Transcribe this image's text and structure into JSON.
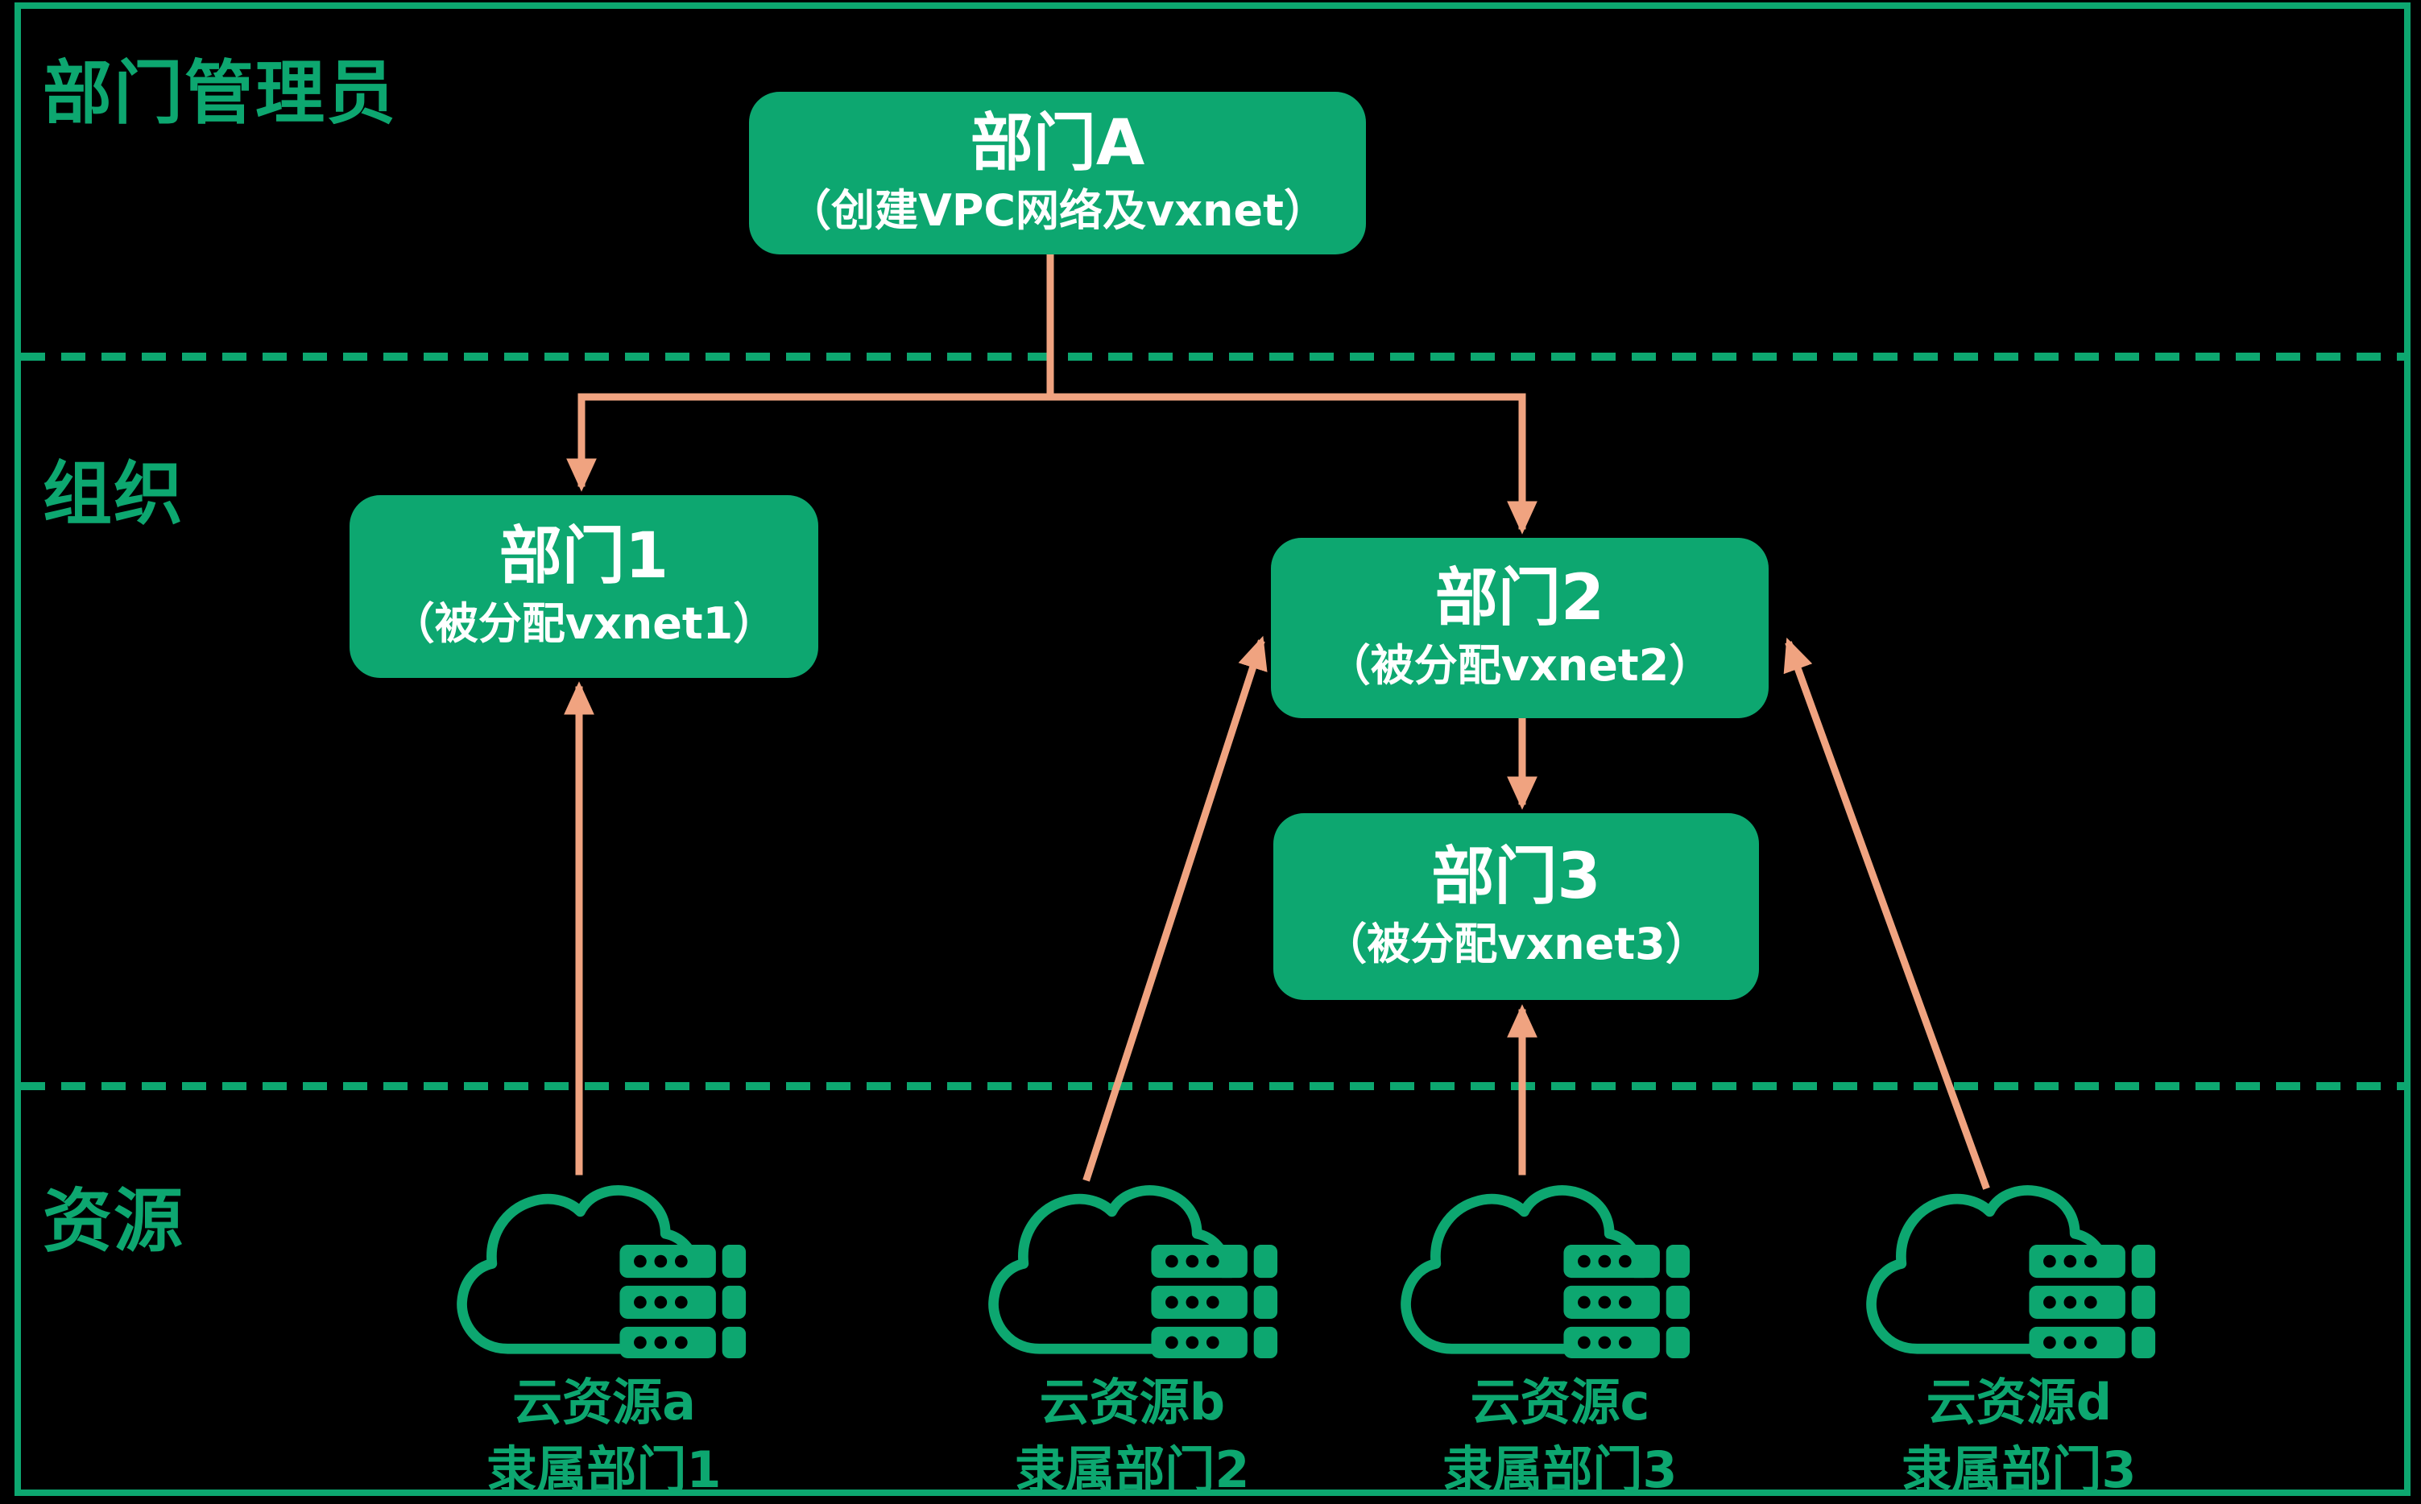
{
  "colors": {
    "background": "#000000",
    "green": "#0DA770",
    "arrow_orange": "#F0A380",
    "node_text": "#FFFFFF"
  },
  "lanes": [
    {
      "label": "部门管理员"
    },
    {
      "label": "组织"
    },
    {
      "label": "资源"
    }
  ],
  "nodes": {
    "dept_a": {
      "title": "部门A",
      "subtitle": "（创建VPC网络及vxnet）"
    },
    "dept_1": {
      "title": "部门1",
      "subtitle": "（被分配vxnet1）"
    },
    "dept_2": {
      "title": "部门2",
      "subtitle": "（被分配vxnet2）"
    },
    "dept_3": {
      "title": "部门3",
      "subtitle": "（被分配vxnet3）"
    }
  },
  "resources": [
    {
      "line1": "云资源a",
      "line2": "隶属部门1"
    },
    {
      "line1": "云资源b",
      "line2": "隶属部门2"
    },
    {
      "line1": "云资源c",
      "line2": "隶属部门3"
    },
    {
      "line1": "云资源d",
      "line2": "隶属部门3"
    }
  ]
}
